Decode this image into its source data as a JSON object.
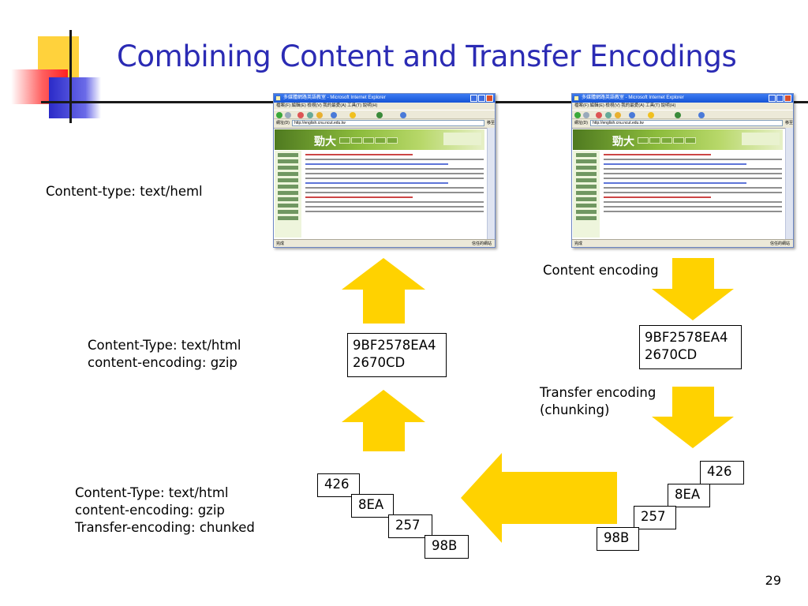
{
  "slide": {
    "title": "Combining Content and Transfer Encodings",
    "page_number": "29",
    "accent_color": "#2b2bb4",
    "arrow_color": "#ffd200"
  },
  "left_column": {
    "content_type_label": "Content-type: text/heml",
    "headers_gzip": [
      "Content-Type: text/html",
      "content-encoding: gzip"
    ],
    "headers_chunked": [
      "Content-Type: text/html",
      "content-encoding: gzip",
      "Transfer-encoding: chunked"
    ]
  },
  "right_column": {
    "content_encoding_label": "Content encoding",
    "transfer_encoding_label": [
      "Transfer encoding",
      "(chunking)"
    ]
  },
  "encoded_box": {
    "line1": "9BF2578EA4",
    "line2": "2670CD"
  },
  "chunks_left": [
    "426",
    "8EA",
    "257",
    "98B"
  ],
  "chunks_right": [
    "426",
    "8EA",
    "257",
    "98B"
  ],
  "browser": {
    "window_title": "多媒體網路英語教室 - Microsoft Internet Explorer",
    "menu": "檔案(F)  編輯(E)  檢視(V)  我的最愛(A)  工具(T)  說明(H)",
    "address_label": "網址(D)",
    "address": "http://english.cnu.ncut.edu.tw",
    "go": "移至",
    "status_left": "完成",
    "status_right": "信任的網站",
    "logo_text": "勁大"
  }
}
